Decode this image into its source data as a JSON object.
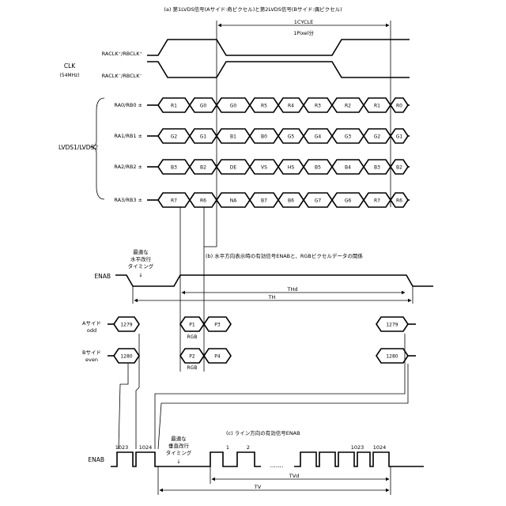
{
  "titles": {
    "a": "(a) 第1LVDS信号(Aサイド:奇ピクセル)と第2LVDS信号(Bサイド:偶ピクセル)",
    "b": "(b) 水平方向表示時の有効信号ENABと、RGBピクセルデータの関係",
    "c": "(c) ライン方向の有効信号ENAB"
  },
  "clock": {
    "group_label": "CLK",
    "freq_label": "(54MHz)",
    "pos_label": "RACLK⁺/RBCLK⁺",
    "neg_label": "RACLK⁻/RBCLK⁻"
  },
  "cycle": {
    "label": "1CYCLE",
    "sublabel": "1Pixel分"
  },
  "lvds": {
    "group_label": "LVDS1/LVDS2",
    "lanes": [
      {
        "label": "RA0/RB0 ±",
        "cells": [
          "R1",
          "G0",
          "G0",
          "R5",
          "R4",
          "R3",
          "R2",
          "R1",
          "R0"
        ]
      },
      {
        "label": "RA1/RB1 ±",
        "cells": [
          "G2",
          "G1",
          "B1",
          "B0",
          "G5",
          "G4",
          "G3",
          "G2",
          "G1"
        ]
      },
      {
        "label": "RA2/RB2 ±",
        "cells": [
          "B3",
          "B2",
          "DE",
          "VS",
          "HS",
          "B5",
          "B4",
          "B3",
          "B2"
        ]
      },
      {
        "label": "RA3/RB3 ±",
        "cells": [
          "R7",
          "R6",
          "NA",
          "B7",
          "B6",
          "G7",
          "G6",
          "R7",
          "R6"
        ]
      }
    ]
  },
  "horizontal": {
    "enab_label": "ENAB",
    "note_line1": "最適な",
    "note_line2": "水平改行",
    "note_line3": "タイミング",
    "note_arrow": "↓",
    "thd_label": "THd",
    "th_label": "TH",
    "a_side_label": "Aサイド",
    "a_side_sub": "odd",
    "b_side_label": "Bサイド",
    "b_side_sub": "even",
    "a_cells": [
      "1279",
      "P1",
      "P3",
      "1279"
    ],
    "b_cells": [
      "1280",
      "P2",
      "P4",
      "1280"
    ],
    "rgb_label": "RGB"
  },
  "vertical": {
    "enab_label": "ENAB",
    "note_line1": "最適な",
    "note_line2": "垂直改行",
    "note_line3": "タイミング",
    "note_arrow": "↓",
    "pulse_labels": [
      "1023",
      "1024",
      "1",
      "2",
      "1023",
      "1024"
    ],
    "ellipsis": ".......",
    "tvd_label": "TVd",
    "tv_label": "TV"
  }
}
